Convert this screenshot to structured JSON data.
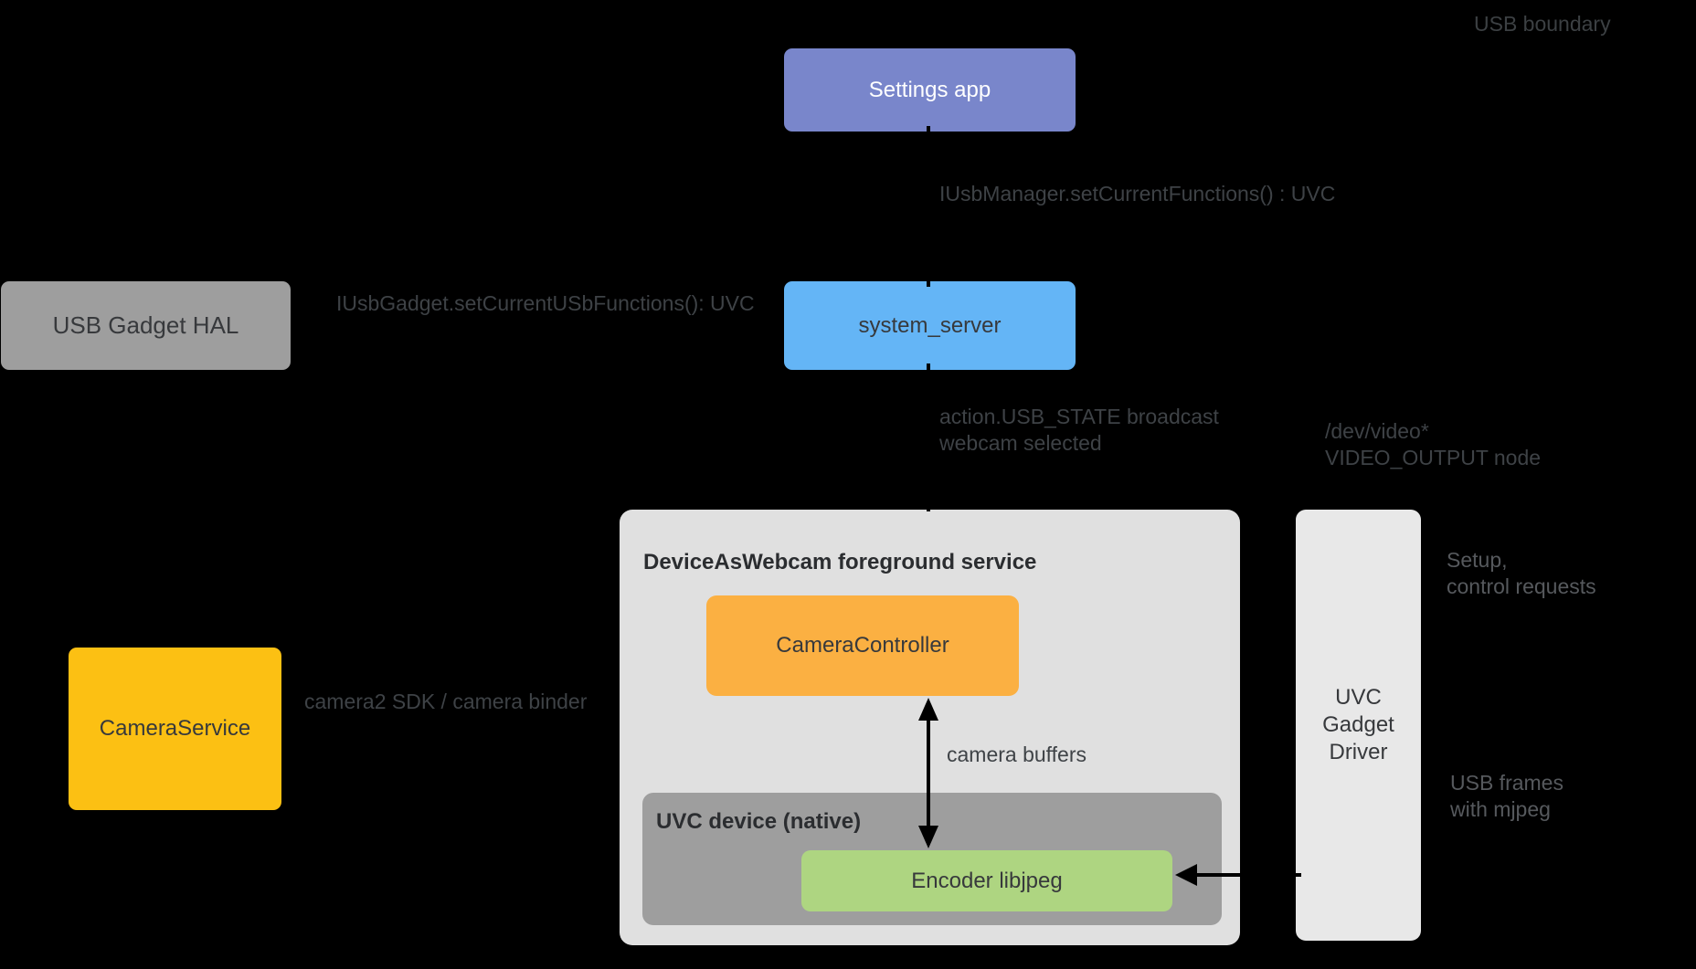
{
  "diagram": {
    "description": "Android DeviceAsWebcam architecture diagram",
    "background": "#000000"
  },
  "nodes": {
    "settings_app": {
      "label": "Settings app",
      "color": "#7986CB",
      "text_color": "#FFFFFF"
    },
    "system_server": {
      "label": "system_server",
      "color": "#64B5F6",
      "text_color": "#37393C"
    },
    "usb_gadget_hal": {
      "label": "USB Gadget HAL",
      "color": "#9E9E9E",
      "text_color": "#37393C"
    },
    "camera_service": {
      "label": "CameraService",
      "color": "#FCC013",
      "text_color": "#37393C"
    },
    "service_container": {
      "label": "DeviceAsWebcam foreground service",
      "color": "#E0E0E0",
      "text_color": "#2B2D30"
    },
    "camera_controller": {
      "label": "CameraController",
      "color": "#FBB042",
      "text_color": "#37393C"
    },
    "uvc_device_container": {
      "label": "UVC device (native)",
      "color": "#9E9E9E",
      "text_color": "#2B2D30"
    },
    "encoder": {
      "label": "Encoder libjpeg",
      "color": "#AED581",
      "text_color": "#37393C"
    },
    "uvc_gadget_driver": {
      "label": "UVC\nGadget\nDriver",
      "color": "#E8E8E8",
      "text_color": "#37393C"
    }
  },
  "annotations": {
    "usb_boundary": "USB boundary",
    "iusbmanager": "IUsbManager.setCurrentFunctions() : UVC",
    "iusbgadget": "IUsbGadget.setCurrentUSbFunctions(): UVC",
    "usb_state": "action.USB_STATE broadcast\nwebcam selected",
    "dev_video": "/dev/video*\nVIDEO_OUTPUT node",
    "camera2_sdk": "camera2 SDK / camera binder",
    "camera_buffers": "camera buffers",
    "setup_control": "Setup,\ncontrol requests",
    "usb_frames": "USB frames\nwith mjpeg",
    "text_color": "#3E4246",
    "text_color_light": "#56595D",
    "arrow_color": "#000000"
  }
}
